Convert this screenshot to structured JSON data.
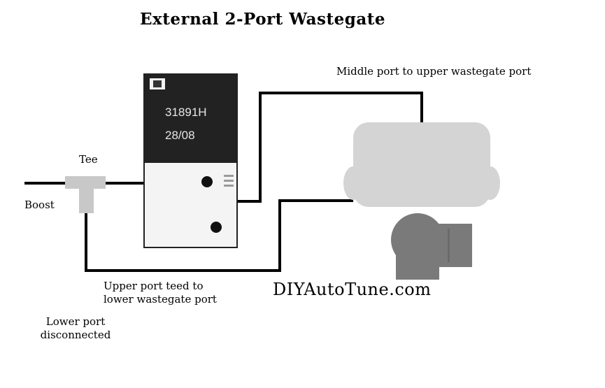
{
  "title": "External 2-Port Wastegate",
  "labels": {
    "tee": "Tee",
    "boost": "Boost",
    "middle_port": "Middle port to upper wastegate port",
    "upper_port_line1": "Upper port teed to",
    "upper_port_line2": "lower wastegate port",
    "lower_port_line1": "Lower port",
    "lower_port_line2": "disconnected"
  },
  "solenoid": {
    "part_number": "31891H",
    "date_code": "28/08"
  },
  "brand": "DIYAutoTune.com",
  "colors": {
    "line": "#000000",
    "solenoid_body": "#222222",
    "solenoid_face": "#f4f4f4",
    "tee": "#c8c8c8",
    "wastegate": "#d4d4d4",
    "turbo": "#7a7a7a"
  }
}
